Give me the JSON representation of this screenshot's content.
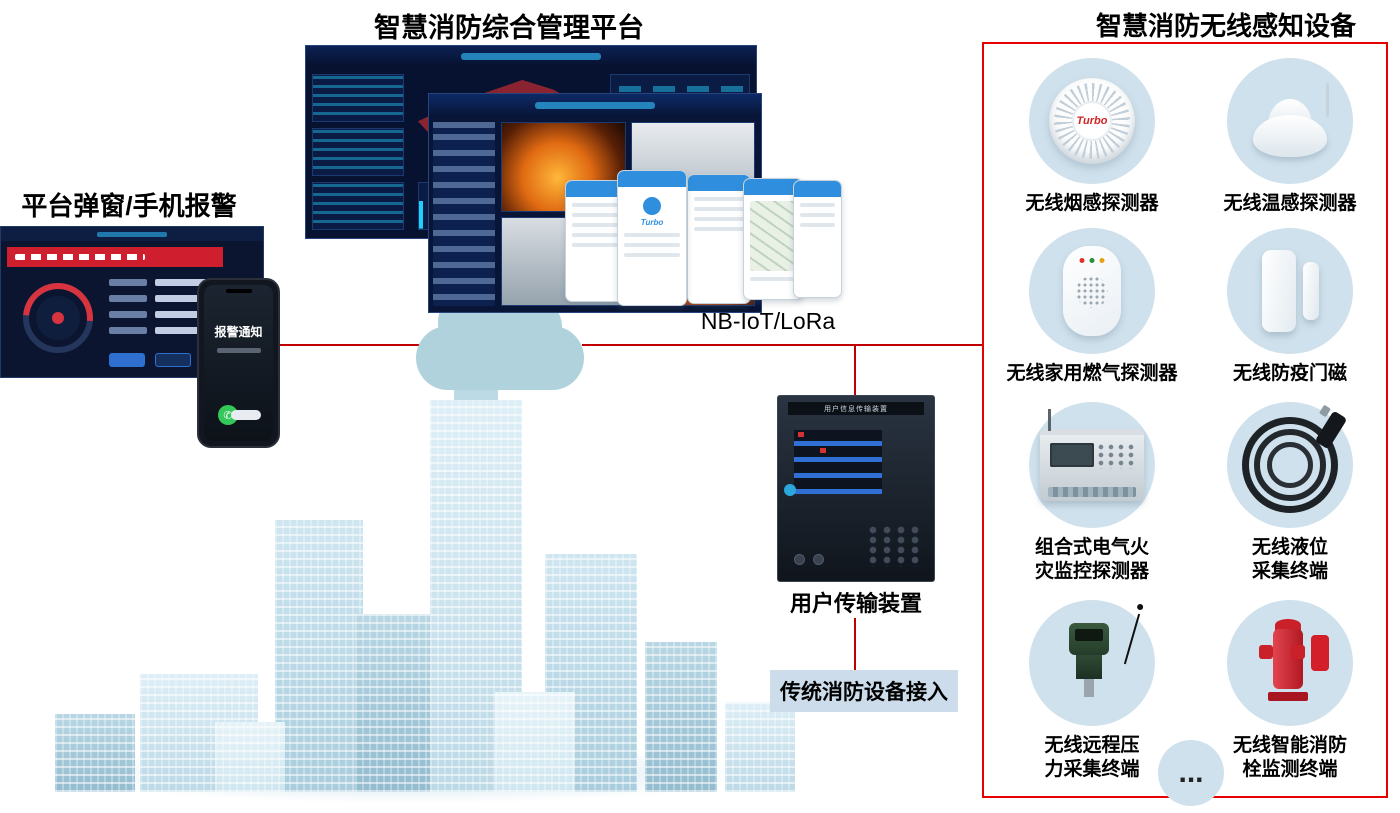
{
  "titles": {
    "platform": "智慧消防综合管理平台",
    "devices_panel": "智慧消防无线感知设备",
    "alarm": "平台弹窗/手机报警"
  },
  "connections": {
    "network_label": "NB-IoT/LoRa"
  },
  "transmission": {
    "label": "用户传输装置",
    "header": "用户信息传输装置"
  },
  "traditional": {
    "label": "传统消防设备接入"
  },
  "phone": {
    "notification_title": "报警通知"
  },
  "phones_app": {
    "brand": "Turbo"
  },
  "devices": [
    {
      "name": "无线烟感探测器",
      "brand": "Turbo"
    },
    {
      "name": "无线温感探测器"
    },
    {
      "name": "无线家用燃气探测器"
    },
    {
      "name": "无线防疫门磁"
    },
    {
      "name": "组合式电气火\n灾监控探测器"
    },
    {
      "name": "无线液位\n采集终端"
    },
    {
      "name": "无线远程压\n力采集终端"
    },
    {
      "name": "无线智能消防\n栓监测终端"
    }
  ],
  "more_indicator": "...",
  "colors": {
    "accent_red": "#c00000",
    "panel_border": "#e60000",
    "circle_bg": "#cfe1ec",
    "cloud": "#b0d2dc"
  }
}
